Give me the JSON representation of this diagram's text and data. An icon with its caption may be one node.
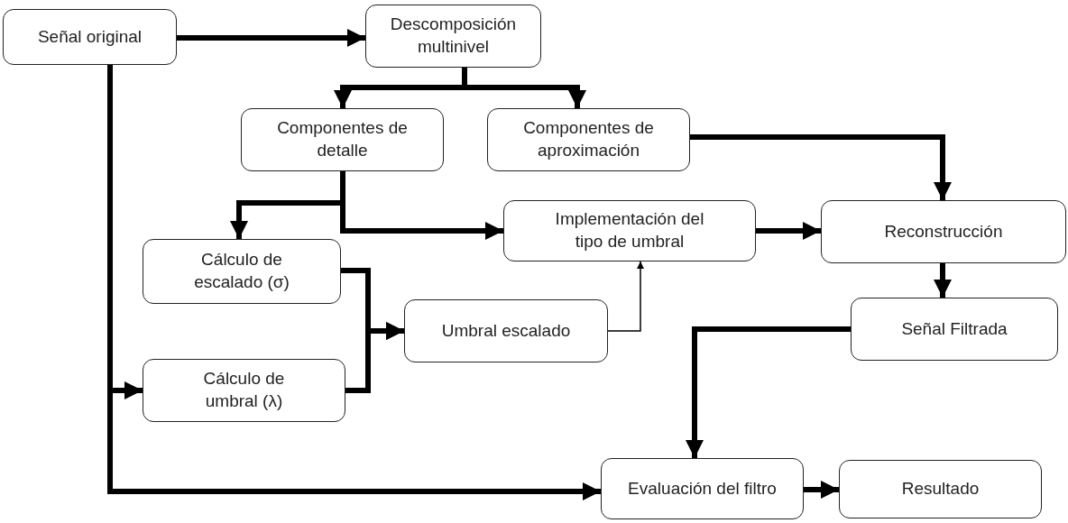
{
  "diagram": {
    "nodes": [
      {
        "text": [
          "Señal original"
        ]
      },
      {
        "text": [
          "Descomposición multinivel"
        ]
      },
      {
        "text": [
          "Componentes de detalle"
        ]
      },
      {
        "text": [
          "Componentes de aproximación"
        ]
      },
      {
        "text": [
          "Implementación del tipo de umbral"
        ]
      },
      {
        "text": [
          "Reconstrucción"
        ]
      },
      {
        "text": [
          "Cálculo de escalado (σ)"
        ]
      },
      {
        "text": [
          "Umbral escalado"
        ]
      },
      {
        "text": [
          "Señal Filtrada"
        ]
      },
      {
        "text": [
          "Cálculo de umbral (λ)"
        ]
      },
      {
        "text": [
          "Evaluación del filtro"
        ]
      },
      {
        "text": [
          "Resultado"
        ]
      }
    ],
    "edges": [
      {
        "from": 0,
        "to": 1,
        "arrow": "to"
      },
      {
        "from": 1,
        "to": 2,
        "arrow": "to"
      },
      {
        "from": 1,
        "to": 3,
        "arrow": "to"
      },
      {
        "from": 3,
        "to": 5,
        "arrow": "to"
      },
      {
        "from": 2,
        "to": 4,
        "arrow": "to"
      },
      {
        "from": 2,
        "to": 6,
        "arrow": "to"
      },
      {
        "from": 0,
        "to": 9,
        "arrow": "to"
      },
      {
        "from": 0,
        "to": 10,
        "arrow": "to"
      },
      {
        "from": 6,
        "to": 7,
        "arrow": "to"
      },
      {
        "from": 9,
        "to": 7,
        "arrow": "to"
      },
      {
        "from": 7,
        "to": 4,
        "arrow": "to"
      },
      {
        "from": 4,
        "to": 5,
        "arrow": "to"
      },
      {
        "from": 5,
        "to": 8,
        "arrow": "to"
      },
      {
        "from": 8,
        "to": 10,
        "arrow": "to"
      },
      {
        "from": 10,
        "to": 11,
        "arrow": "to"
      }
    ]
  }
}
